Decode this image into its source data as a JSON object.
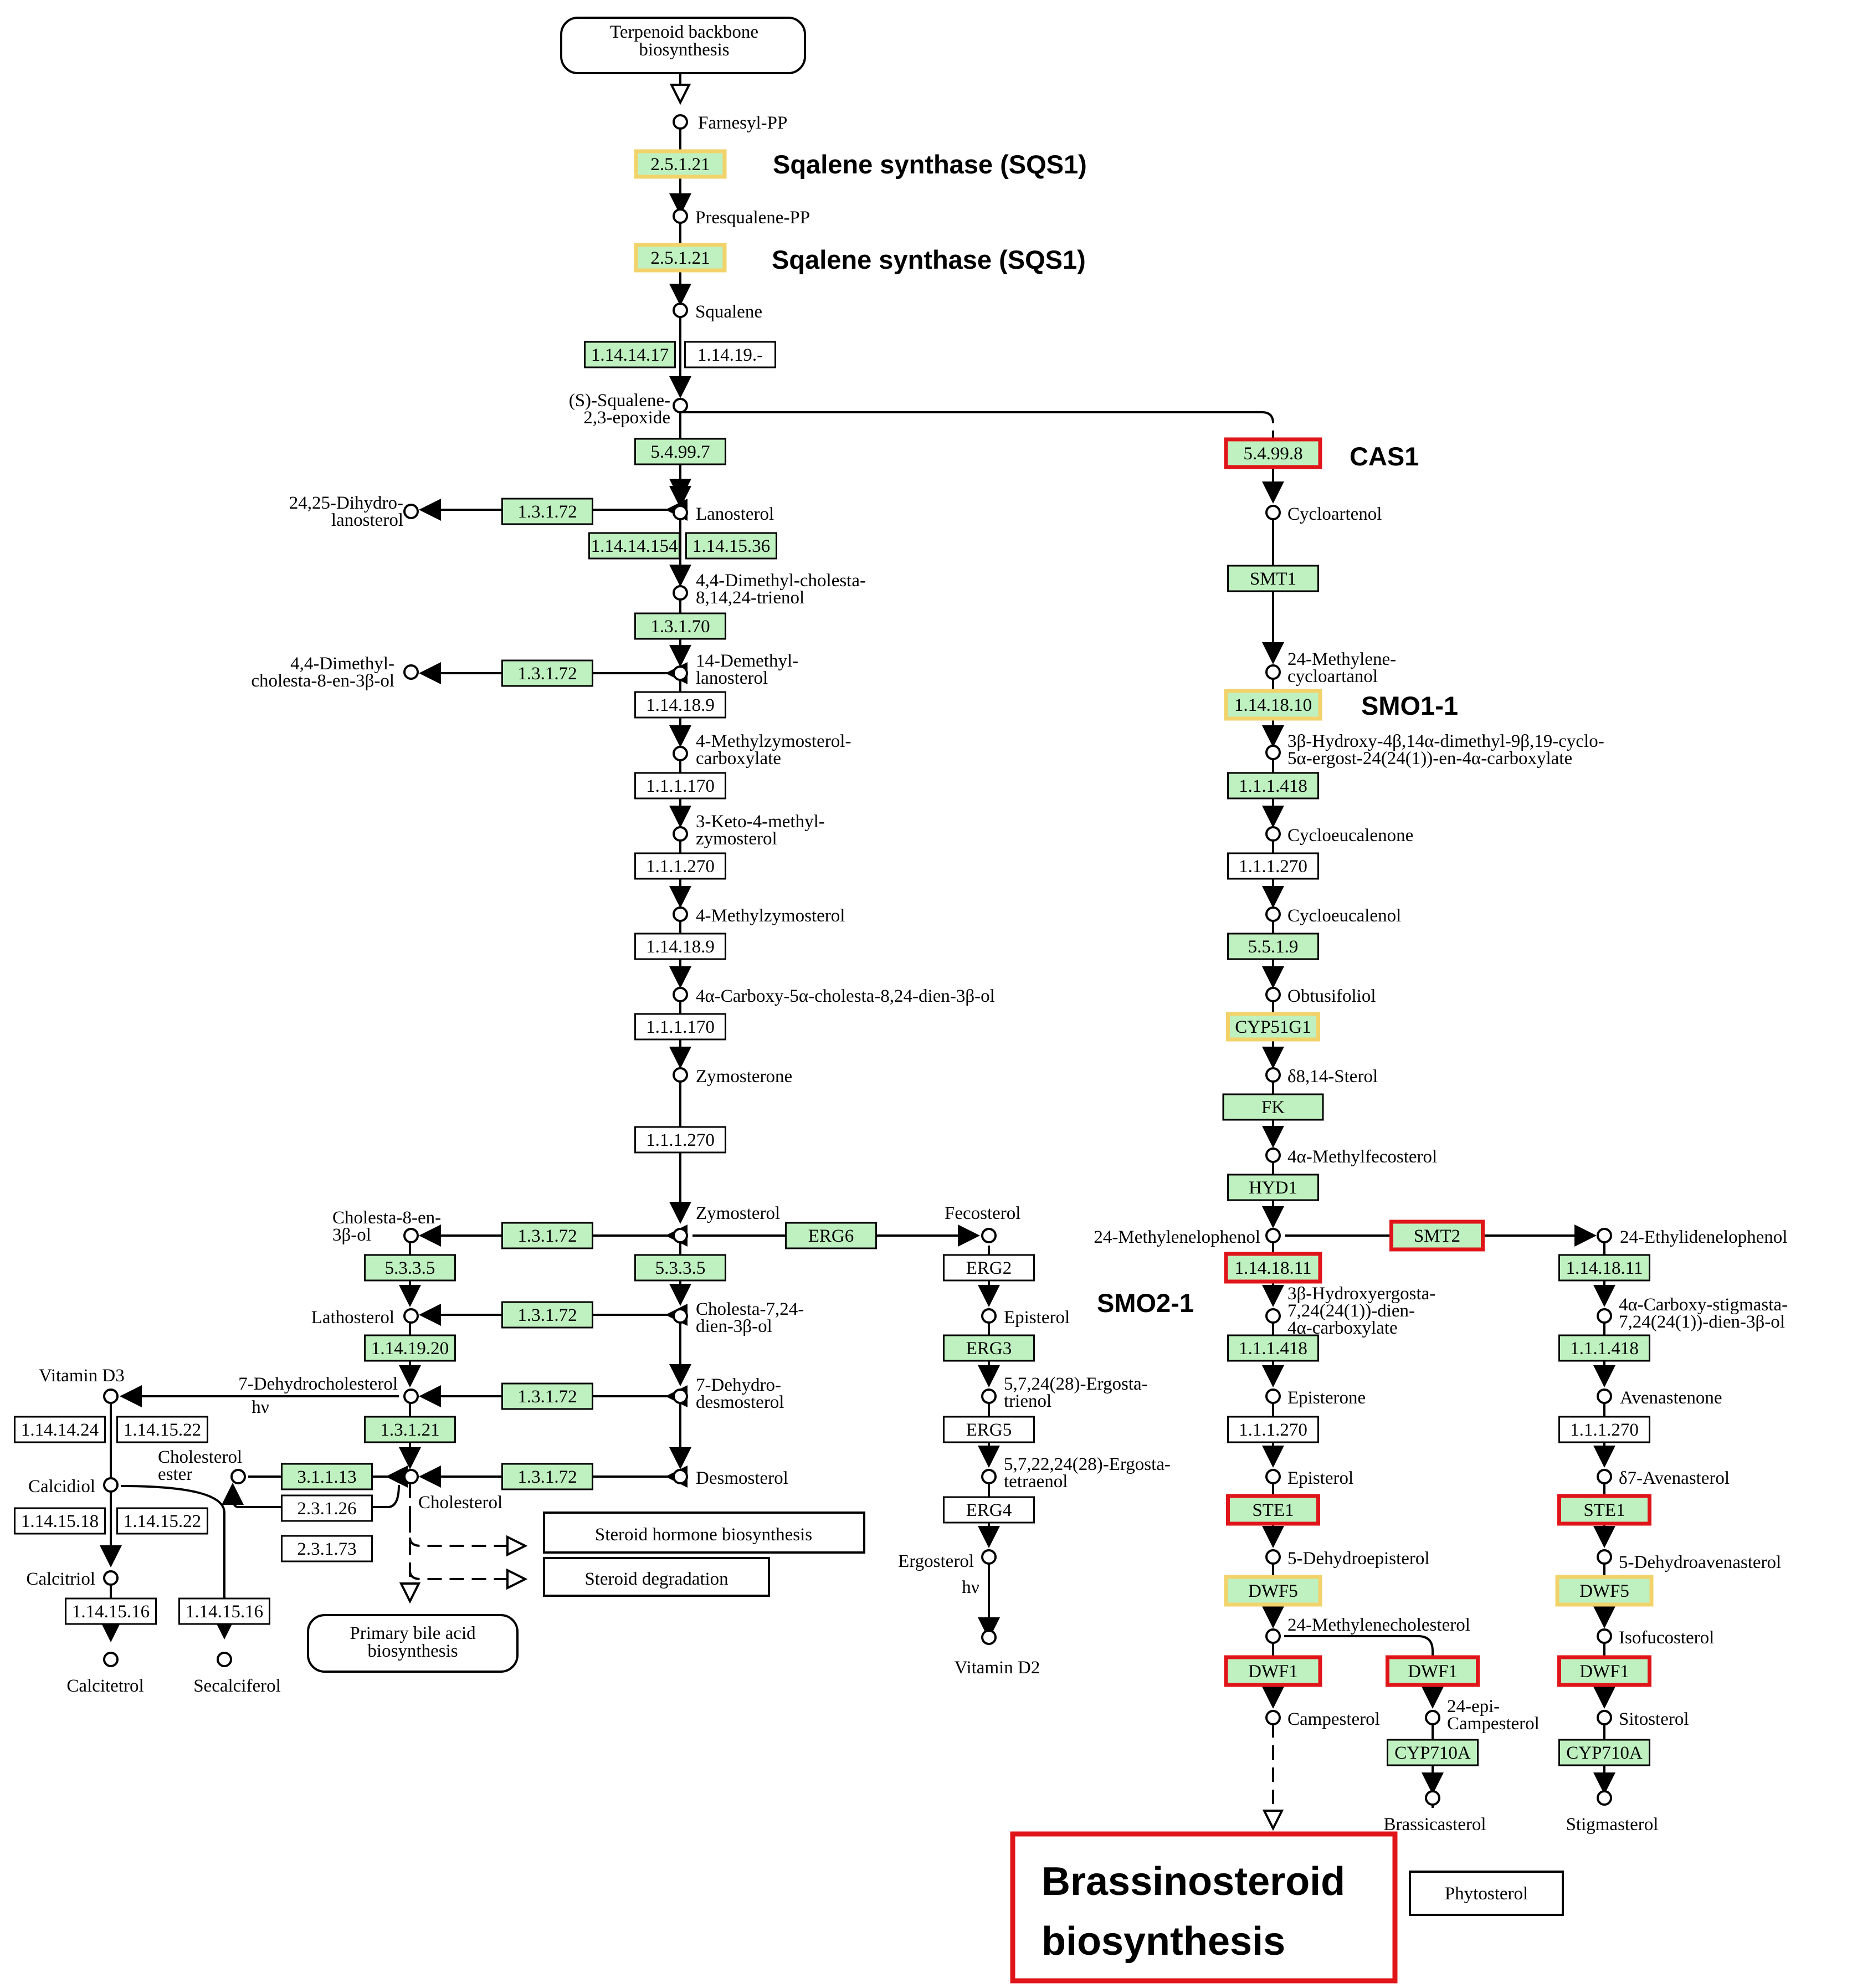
{
  "colors": {
    "green": "#bff0bf",
    "yellow": "#f2d36b",
    "red": "#e0151a",
    "line": "#000000"
  },
  "maps": [
    {
      "text": "Terpenoid backbone\nbiosynthesis"
    },
    {
      "text": "Steroid hormone biosynthesis"
    },
    {
      "text": "Steroid degradation"
    },
    {
      "text": "Primary bile acid\nbiosynthesis"
    },
    {
      "text": "Phytosterol"
    }
  ],
  "enzymes": [
    {
      "text": "2.5.1.21",
      "fill": "green",
      "border": "yellow"
    },
    {
      "text": "2.5.1.21",
      "fill": "green",
      "border": "yellow"
    },
    {
      "text": "1.14.14.17",
      "fill": "green",
      "border": "black"
    },
    {
      "text": "1.14.19.-",
      "fill": "white",
      "border": "black"
    },
    {
      "text": "5.4.99.7",
      "fill": "green",
      "border": "black"
    },
    {
      "text": "5.4.99.8",
      "fill": "green",
      "border": "red"
    },
    {
      "text": "1.3.1.72",
      "fill": "green",
      "border": "black"
    },
    {
      "text": "1.14.14.154",
      "fill": "green",
      "border": "black"
    },
    {
      "text": "1.14.15.36",
      "fill": "green",
      "border": "black"
    },
    {
      "text": "SMT1",
      "fill": "green",
      "border": "black"
    },
    {
      "text": "1.3.1.70",
      "fill": "green",
      "border": "black"
    },
    {
      "text": "1.3.1.72",
      "fill": "green",
      "border": "black"
    },
    {
      "text": "1.14.18.9",
      "fill": "white",
      "border": "black"
    },
    {
      "text": "1.14.18.10",
      "fill": "green",
      "border": "yellow"
    },
    {
      "text": "1.1.1.170",
      "fill": "white",
      "border": "black"
    },
    {
      "text": "1.1.1.418",
      "fill": "green",
      "border": "black"
    },
    {
      "text": "1.1.1.270",
      "fill": "white",
      "border": "black"
    },
    {
      "text": "1.1.1.270",
      "fill": "white",
      "border": "black"
    },
    {
      "text": "1.14.18.9",
      "fill": "white",
      "border": "black"
    },
    {
      "text": "5.5.1.9",
      "fill": "green",
      "border": "black"
    },
    {
      "text": "1.1.1.170",
      "fill": "white",
      "border": "black"
    },
    {
      "text": "CYP51G1",
      "fill": "green",
      "border": "yellow"
    },
    {
      "text": "FK",
      "fill": "green",
      "border": "black"
    },
    {
      "text": "1.1.1.270",
      "fill": "white",
      "border": "black"
    },
    {
      "text": "HYD1",
      "fill": "green",
      "border": "black"
    },
    {
      "text": "1.3.1.72",
      "fill": "green",
      "border": "black"
    },
    {
      "text": "ERG6",
      "fill": "green",
      "border": "black"
    },
    {
      "text": "SMT2",
      "fill": "green",
      "border": "red"
    },
    {
      "text": "5.3.3.5",
      "fill": "green",
      "border": "black"
    },
    {
      "text": "5.3.3.5",
      "fill": "green",
      "border": "black"
    },
    {
      "text": "ERG2",
      "fill": "white",
      "border": "black"
    },
    {
      "text": "1.14.18.11",
      "fill": "green",
      "border": "red"
    },
    {
      "text": "1.14.18.11",
      "fill": "green",
      "border": "black"
    },
    {
      "text": "1.3.1.72",
      "fill": "green",
      "border": "black"
    },
    {
      "text": "1.14.19.20",
      "fill": "green",
      "border": "black"
    },
    {
      "text": "ERG3",
      "fill": "green",
      "border": "black"
    },
    {
      "text": "1.1.1.418",
      "fill": "green",
      "border": "black"
    },
    {
      "text": "1.1.1.418",
      "fill": "green",
      "border": "black"
    },
    {
      "text": "1.3.1.72",
      "fill": "green",
      "border": "black"
    },
    {
      "text": "1.14.14.24",
      "fill": "white",
      "border": "black"
    },
    {
      "text": "1.14.15.22",
      "fill": "white",
      "border": "black"
    },
    {
      "text": "1.3.1.21",
      "fill": "green",
      "border": "black"
    },
    {
      "text": "ERG5",
      "fill": "white",
      "border": "black"
    },
    {
      "text": "1.1.1.270",
      "fill": "white",
      "border": "black"
    },
    {
      "text": "1.1.1.270",
      "fill": "white",
      "border": "black"
    },
    {
      "text": "3.1.1.13",
      "fill": "green",
      "border": "black"
    },
    {
      "text": "1.3.1.72",
      "fill": "green",
      "border": "black"
    },
    {
      "text": "2.3.1.26",
      "fill": "white",
      "border": "black"
    },
    {
      "text": "ERG4",
      "fill": "white",
      "border": "black"
    },
    {
      "text": "STE1",
      "fill": "green",
      "border": "red"
    },
    {
      "text": "STE1",
      "fill": "green",
      "border": "red"
    },
    {
      "text": "1.14.15.18",
      "fill": "white",
      "border": "black"
    },
    {
      "text": "1.14.15.22",
      "fill": "white",
      "border": "black"
    },
    {
      "text": "2.3.1.73",
      "fill": "white",
      "border": "black"
    },
    {
      "text": "DWF5",
      "fill": "green",
      "border": "yellow"
    },
    {
      "text": "DWF5",
      "fill": "green",
      "border": "yellow"
    },
    {
      "text": "1.14.15.16",
      "fill": "white",
      "border": "black"
    },
    {
      "text": "1.14.15.16",
      "fill": "white",
      "border": "black"
    },
    {
      "text": "DWF1",
      "fill": "green",
      "border": "red"
    },
    {
      "text": "DWF1",
      "fill": "green",
      "border": "red"
    },
    {
      "text": "DWF1",
      "fill": "green",
      "border": "red"
    },
    {
      "text": "CYP710A",
      "fill": "green",
      "border": "black"
    },
    {
      "text": "CYP710A",
      "fill": "green",
      "border": "black"
    }
  ],
  "compounds": [
    {
      "text": "Farnesyl-PP"
    },
    {
      "text": "Presqualene-PP"
    },
    {
      "text": "Squalene"
    },
    {
      "text": "(S)-Squalene-\n2,3-epoxide"
    },
    {
      "text": "Lanosterol"
    },
    {
      "text": "24,25-Dihydro-\nlanosterol"
    },
    {
      "text": "Cycloartenol"
    },
    {
      "text": "4,4-Dimethyl-cholesta-\n8,14,24-trienol"
    },
    {
      "text": "14-Demethyl-\nlanosterol"
    },
    {
      "text": "4,4-Dimethyl-\ncholesta-8-en-3β-ol"
    },
    {
      "text": "24-Methylene-\ncycloartanol"
    },
    {
      "text": "4-Methylzymosterol-\ncarboxylate"
    },
    {
      "text": "3β-Hydroxy-4β,14α-dimethyl-9β,19-cyclo-\n5α-ergost-24(24(1))-en-4α-carboxylate"
    },
    {
      "text": "3-Keto-4-methyl-\nzymosterol"
    },
    {
      "text": "Cycloeucalenone"
    },
    {
      "text": "4-Methylzymosterol"
    },
    {
      "text": "Cycloeucalenol"
    },
    {
      "text": "4α-Carboxy-5α-cholesta-8,24-dien-3β-ol"
    },
    {
      "text": "Obtusifoliol"
    },
    {
      "text": "Zymosterone"
    },
    {
      "text": "δ8,14-Sterol"
    },
    {
      "text": "4α-Methylfecosterol"
    },
    {
      "text": "Zymosterol"
    },
    {
      "text": "Fecosterol"
    },
    {
      "text": "Cholesta-8-en-\n3β-ol"
    },
    {
      "text": "24-Methylenelophenol"
    },
    {
      "text": "24-Ethylidenelophenol"
    },
    {
      "text": "Lathosterol"
    },
    {
      "text": "Cholesta-7,24-\ndien-3β-ol"
    },
    {
      "text": "Episterol"
    },
    {
      "text": "3β-Hydroxyergosta-\n7,24(24(1))-dien-\n4α-carboxylate"
    },
    {
      "text": "4α-Carboxy-stigmasta-\n7,24(24(1))-dien-3β-ol"
    },
    {
      "text": "Vitamin D3"
    },
    {
      "text": "7-Dehydrocholesterol"
    },
    {
      "text": "hν"
    },
    {
      "text": "7-Dehydro-\ndesmosterol"
    },
    {
      "text": "5,7,24(28)-Ergosta-\ntrienol"
    },
    {
      "text": "Episterone"
    },
    {
      "text": "Avenastenone"
    },
    {
      "text": "Cholesterol\nester"
    },
    {
      "text": "Calcidiol"
    },
    {
      "text": "Desmosterol"
    },
    {
      "text": "5,7,22,24(28)-Ergosta-\ntetraenol"
    },
    {
      "text": "Episterol"
    },
    {
      "text": "δ7-Avenasterol"
    },
    {
      "text": "Cholesterol"
    },
    {
      "text": "5-Dehydroepisterol"
    },
    {
      "text": "5-Dehydroavenasterol"
    },
    {
      "text": "Ergosterol"
    },
    {
      "text": "Calcitriol"
    },
    {
      "text": "hν"
    },
    {
      "text": "24-Methylenecholesterol"
    },
    {
      "text": "Isofucosterol"
    },
    {
      "text": "Vitamin D2"
    },
    {
      "text": "Calcitetrol"
    },
    {
      "text": "Secalciferol"
    },
    {
      "text": "Campesterol"
    },
    {
      "text": "24-epi-\nCampesterol"
    },
    {
      "text": "Sitosterol"
    },
    {
      "text": "Brassicasterol"
    },
    {
      "text": "Stigmasterol"
    }
  ],
  "annotations": [
    {
      "text": "Sqalene synthase (SQS1)"
    },
    {
      "text": "Sqalene synthase (SQS1)"
    },
    {
      "text": "CAS1"
    },
    {
      "text": "SMO1-1"
    },
    {
      "text": "SMO2-1"
    }
  ],
  "highlight": {
    "text": "Brassinosteroid\nbiosynthesis"
  }
}
